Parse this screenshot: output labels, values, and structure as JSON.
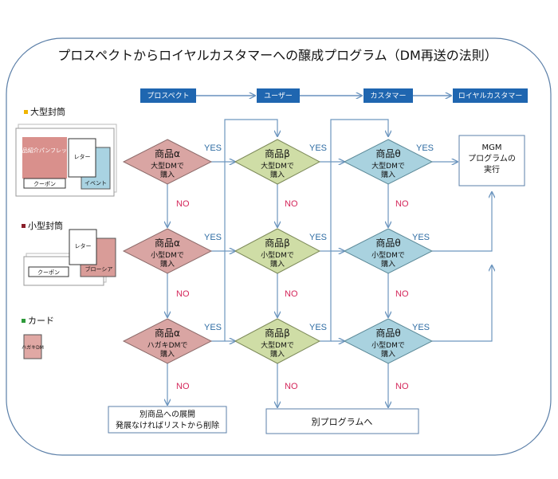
{
  "title": "プロスペクトからロイヤルカスタマーへの醸成プログラム（DM再送の法則）",
  "stages": [
    "プロスペクト",
    "ユーザー",
    "カスタマー",
    "ロイヤルカスタマー"
  ],
  "left_panel": {
    "large_env": {
      "label": "大型封筒",
      "bullet_color": "#f0b400",
      "pamphlet": "商品紹介パンフレット",
      "letter": "レター",
      "event": "イベント",
      "coupon": "クーポン"
    },
    "small_env": {
      "label": "小型封筒",
      "bullet_color": "#8a1f2a",
      "letter": "レター",
      "coupon": "クーポン",
      "brochure": "ブローシア"
    },
    "card": {
      "label": "カード",
      "bullet_color": "#2e9a3a",
      "postcard": "ハガキDM"
    }
  },
  "decisions": {
    "alpha": [
      {
        "name": "商品α",
        "sub": "大型DMで",
        "action": "購入"
      },
      {
        "name": "商品α",
        "sub": "小型DMで",
        "action": "購入"
      },
      {
        "name": "商品α",
        "sub": "ハガキDMで",
        "action": "購入"
      }
    ],
    "beta": [
      {
        "name": "商品β",
        "sub": "大型DMで",
        "action": "購入"
      },
      {
        "name": "商品β",
        "sub": "小型DMで",
        "action": "購入"
      },
      {
        "name": "商品β",
        "sub": "大型DMで",
        "action": "購入"
      }
    ],
    "theta": [
      {
        "name": "商品θ",
        "sub": "大型DMで",
        "action": "購入"
      },
      {
        "name": "商品θ",
        "sub": "小型DMで",
        "action": "購入"
      },
      {
        "name": "商品θ",
        "sub": "小型DMで",
        "action": "購入"
      }
    ]
  },
  "yes_label": "YES",
  "no_label": "NO",
  "mgm": {
    "line1": "MGM",
    "line2": "プログラムの",
    "line3": "実行"
  },
  "end_alpha": {
    "line1": "別商品への展開",
    "line2": "発展なければリストから削除"
  },
  "end_other": "別プログラムへ",
  "colors": {
    "stage_fill": "#1f66b0",
    "alpha_fill": "#d9a5a3",
    "beta_fill": "#cfdda6",
    "theta_fill": "#a9d2df",
    "pamphlet_fill": "#d9908c",
    "brochure_fill": "#d99c98",
    "event_fill": "#a9d3e2",
    "postcard_fill": "#e0a8a4"
  }
}
